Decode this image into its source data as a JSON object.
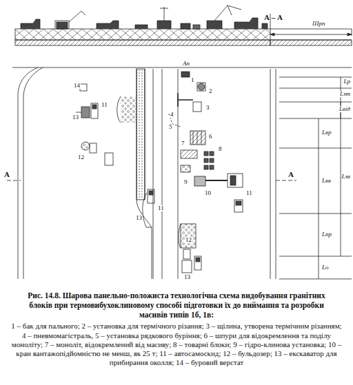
{
  "diagram": {
    "caption": "Рис. 14.8. Шарова панельно-положиста технологічна схема видобування гранітних блоків при термовибухоклиновому способі підготовки їх до виймання та розробки масивів типів 1б, 1в:",
    "labels": [
      "А – А",
      "Шрп",
      "А",
      "А",
      "Ап",
      "1",
      "2",
      "3",
      "4",
      "5",
      "6",
      "7",
      "8",
      "9",
      "10",
      "11",
      "12",
      "13",
      "14",
      "13",
      "11",
      "12",
      "13",
      "11",
      "Lр",
      "Lзт",
      "Lвід",
      "Lвр",
      "Lвв",
      "Lзв",
      "Lпр",
      "Lо",
      "1 – бак для пального; 2 – установка для термічного різання; 3 – щілина, утворена термічним різанням; 4 – пневмомагістраль, 5 – установка рядкового буріння; 6 – шпури для відокремлення та поділу моноліту; 7 – моноліт, відокремлений від масиву; 8 – товарні блоки; 9 – гідро-клинова установка; 10 – кран вантажопідйомністю не менш, як 25 т; 11 – автосамоскид; 12 – бульдозер; 13 – екскаватор для прибирання околля; 14 – буровий верстат"
    ]
  }
}
